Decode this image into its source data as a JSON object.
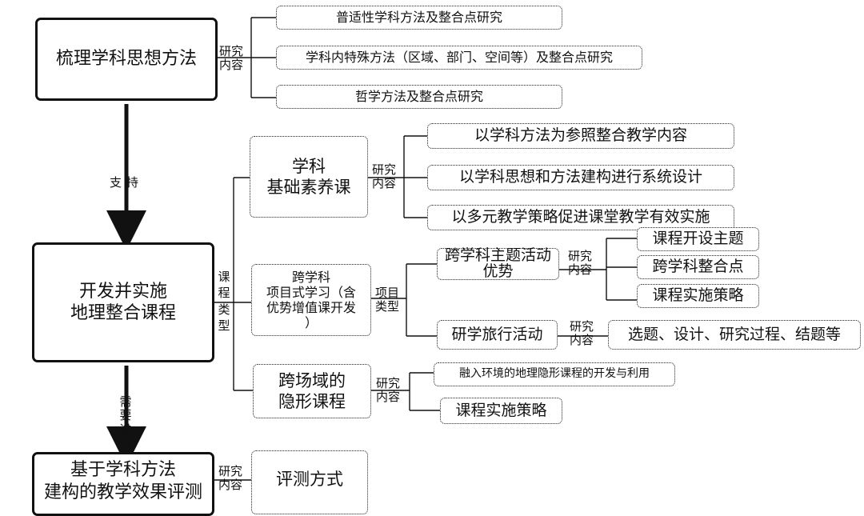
{
  "top": {
    "title": "梳理学科思想方法",
    "edge_label": [
      "研究",
      "内容"
    ],
    "items": [
      "普适性学科方法及整合点研究",
      "学科内特殊方法（区域、部门、空间等）及整合点研究",
      "哲学方法及整合点研究"
    ]
  },
  "arrow1_label": "支持",
  "middle": {
    "title_line1": "开发并实施",
    "title_line2": "地理整合课程",
    "type_label": "课程类型",
    "course1": {
      "line1": "学科",
      "line2": "基础素养课",
      "edge_label": [
        "研究",
        "内容"
      ],
      "items": [
        "以学科方法为参照整合教学内容",
        "以学科思想和方法建构进行系统设计",
        "以多元教学策略促进课堂教学有效实施"
      ]
    },
    "course2": {
      "line1": "跨学科",
      "line2": "项目式学习（含",
      "line3": "优势增值课开发",
      "line4": "）",
      "edge_label": [
        "项目",
        "类型"
      ],
      "proj1": {
        "line1": "跨学科主题活动",
        "line2": "优势",
        "edge_label": [
          "研究",
          "内容"
        ],
        "items": [
          "课程开设主题",
          "跨学科整合点",
          "课程实施策略"
        ]
      },
      "proj2": {
        "title": "研学旅行活动",
        "edge_label": [
          "研究",
          "内容"
        ],
        "item": "选题、设计、研究过程、结题等"
      }
    },
    "course3": {
      "line1": "跨场域的",
      "line2": "隐形课程",
      "edge_label": [
        "研究",
        "内容"
      ],
      "items": [
        "融入环境的地理隐形课程的开发与利用",
        "课程实施策略"
      ]
    }
  },
  "arrow2_label": [
    "需要",
    "进行"
  ],
  "bottom": {
    "title_line1": "基于学科方法",
    "title_line2": "建构的教学效果评测",
    "edge_label": [
      "研究",
      "内容"
    ],
    "item": "评测方式"
  }
}
